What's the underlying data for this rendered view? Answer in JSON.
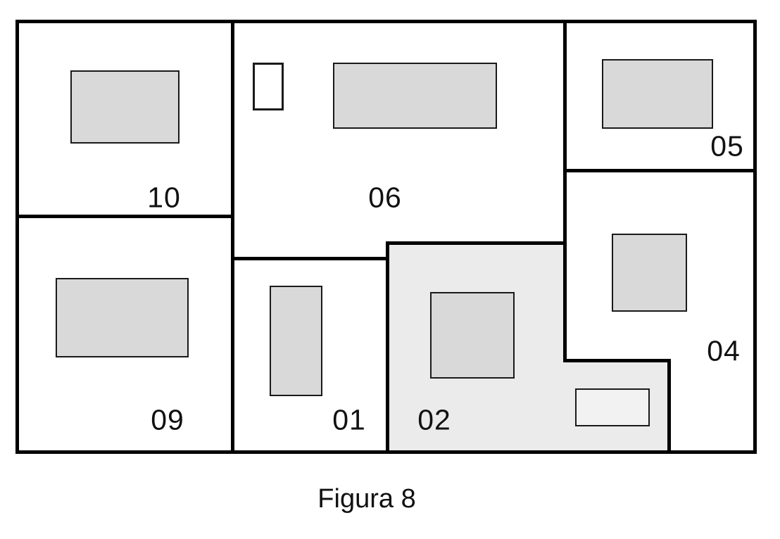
{
  "figure": {
    "caption": "Figura 8",
    "kind": "floor-plan"
  },
  "rooms": [
    {
      "id": "room-10",
      "label": "10",
      "shaded": false
    },
    {
      "id": "room-06",
      "label": "06",
      "shaded": false
    },
    {
      "id": "room-05",
      "label": "05",
      "shaded": false
    },
    {
      "id": "room-04",
      "label": "04",
      "shaded": false
    },
    {
      "id": "room-09",
      "label": "09",
      "shaded": false
    },
    {
      "id": "room-01",
      "label": "01",
      "shaded": false
    },
    {
      "id": "room-02",
      "label": "02",
      "shaded": true
    }
  ],
  "colors": {
    "wall": "#000000",
    "ink": "#111111",
    "furniture": "#d9d9d9",
    "room_shade": "#ebebeb",
    "highlight": "#f2f2f2",
    "paper": "#ffffff"
  }
}
